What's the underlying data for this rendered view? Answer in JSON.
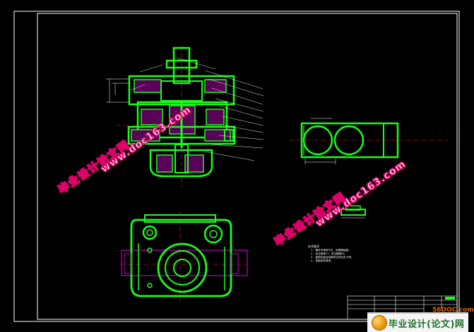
{
  "watermarks": {
    "site_cn": "毕业设计论文网",
    "site_url": "www.doc163.com"
  },
  "footer_brand": {
    "text": "毕业设计(论文)网",
    "site": "56DOC.com"
  },
  "tech_notes": {
    "title": "技术要求",
    "lines": [
      "1. 铸件不得有气孔、砂眼等缺陷。",
      "2. 未注倒角C1，未注圆角R2。",
      "3. 装配后各运动部件应灵活无卡滞。",
      "4. 表面涂防锈漆。"
    ]
  },
  "colors": {
    "background": "#000000",
    "frame": "#ffffff",
    "outline": "#19ff19",
    "hatch": "#c000c0",
    "center_line": "#ff2020",
    "leader": "#ffffff",
    "watermark_fill": "#ffffff",
    "watermark_stroke": "#e0006a"
  }
}
